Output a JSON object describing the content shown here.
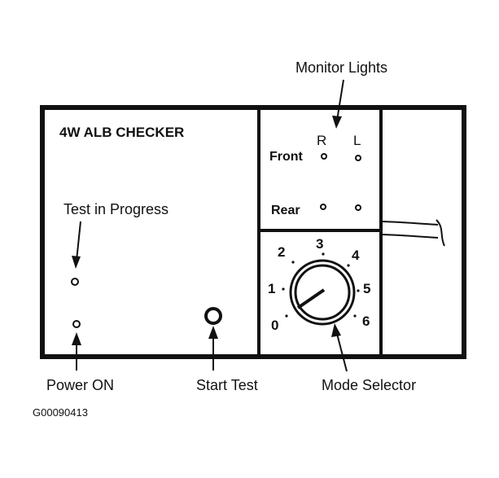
{
  "device": {
    "title": "4W ALB CHECKER"
  },
  "monitor": {
    "callout": "Monitor Lights",
    "col_right": "R",
    "col_left": "L",
    "row_front": "Front",
    "row_rear": "Rear"
  },
  "left_panel": {
    "test_in_progress": "Test in Progress",
    "power_on": "Power ON"
  },
  "start_test": {
    "label": "Start Test"
  },
  "mode_selector": {
    "label": "Mode Selector",
    "positions": [
      "0",
      "1",
      "2",
      "3",
      "4",
      "5",
      "6"
    ],
    "current_position": "0"
  },
  "figure_code": "G00090413"
}
